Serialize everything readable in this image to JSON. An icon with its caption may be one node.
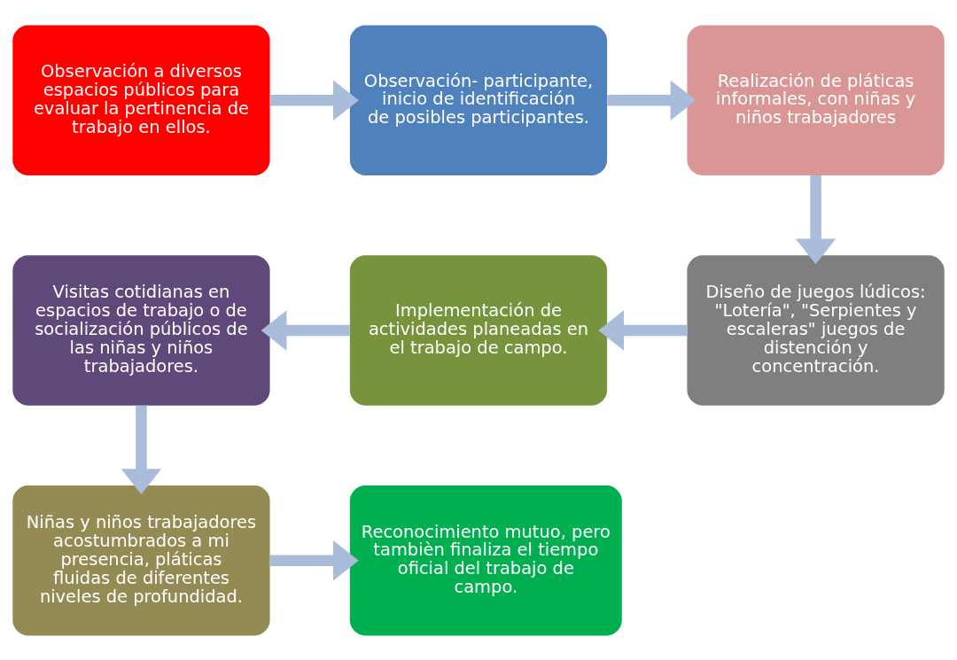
{
  "diagram": {
    "nodes": [
      {
        "text": [
          "Observación a diversos espacios públicos para evaluar la pertinencia de trabajo en ellos."
        ]
      },
      {
        "text": [
          "Observación- participante, inicio de identificación de posibles participantes."
        ]
      },
      {
        "text": [
          "Realización de pláticas informales, con niñas y niños trabajadores"
        ]
      },
      {
        "text": [
          "Visitas cotidianas en espacios de trabajo o de socialización públicos de las niñas y niños trabajadores."
        ]
      },
      {
        "text": [
          "Implementación de actividades planeadas en el trabajo de campo."
        ]
      },
      {
        "text": [
          "Diseño de juegos lúdicos: \"Lotería\", \"Serpientes y escaleras\" juegos de distención y concentración."
        ]
      },
      {
        "text": [
          "Niñas y niños trabajadores acostumbrados a mi presencia, pláticas fluidas de diferentes niveles de profundidad."
        ]
      },
      {
        "text": [
          "Reconocimiento mutuo, pero tambièn finaliza el tiempo oficial del trabajo de campo."
        ]
      }
    ],
    "edges": [
      {
        "from": 0,
        "to": 1,
        "arrow": "to"
      },
      {
        "from": 1,
        "to": 2,
        "arrow": "to"
      },
      {
        "from": 2,
        "to": 5,
        "arrow": "to"
      },
      {
        "from": 5,
        "to": 4,
        "arrow": "to"
      },
      {
        "from": 4,
        "to": 3,
        "arrow": "to"
      },
      {
        "from": 3,
        "to": 6,
        "arrow": "to"
      },
      {
        "from": 6,
        "to": 7,
        "arrow": "to"
      }
    ]
  }
}
